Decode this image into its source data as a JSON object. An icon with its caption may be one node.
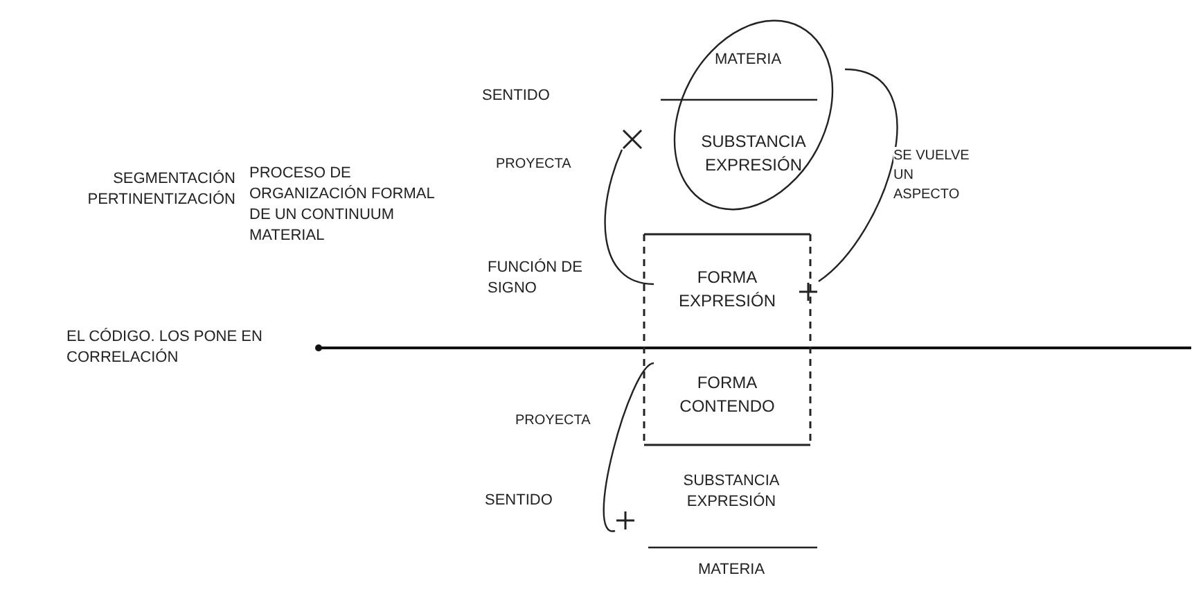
{
  "diagram": {
    "nodes": [
      {
        "text": [
          "SUBSTANCIA EXPRESIÓN"
        ]
      },
      {
        "text": [],
        "shape": "cross"
      },
      {
        "text": [],
        "shape": "box"
      },
      {
        "text": [
          "FORMA EXPRESIÓN"
        ],
        "in": 2
      },
      {
        "text": [],
        "shape": "plus"
      },
      {
        "text": [
          "FORMA CONTENDO"
        ],
        "in": 2
      },
      {
        "text": [],
        "shape": "plus"
      }
    ],
    "edges": [
      {
        "from": 3,
        "to": 1,
        "arrow": "none",
        "label": "PROYECTA"
      },
      {
        "from": 0,
        "to": 4,
        "arrow": "none",
        "label": "SE VUELVE UN ASPECTO"
      },
      {
        "from": 5,
        "to": 6,
        "arrow": "none",
        "label": "PROYECTA"
      }
    ],
    "labels": [
      "MATERIA",
      "SENTIDO",
      "SEGMENTACIÓN PERTINENTIZACIÓN",
      "PROCESO DE ORGANIZACIÓN FORMAL DE UN CONTINUUM MATERIAL",
      "FUNCIÓN DE SIGNO",
      "EL CÓDIGO. LOS PONE EN CORRELACIÓN",
      "SUBSTANCIA EXPRESIÓN",
      "SENTIDO",
      "MATERIA"
    ]
  }
}
